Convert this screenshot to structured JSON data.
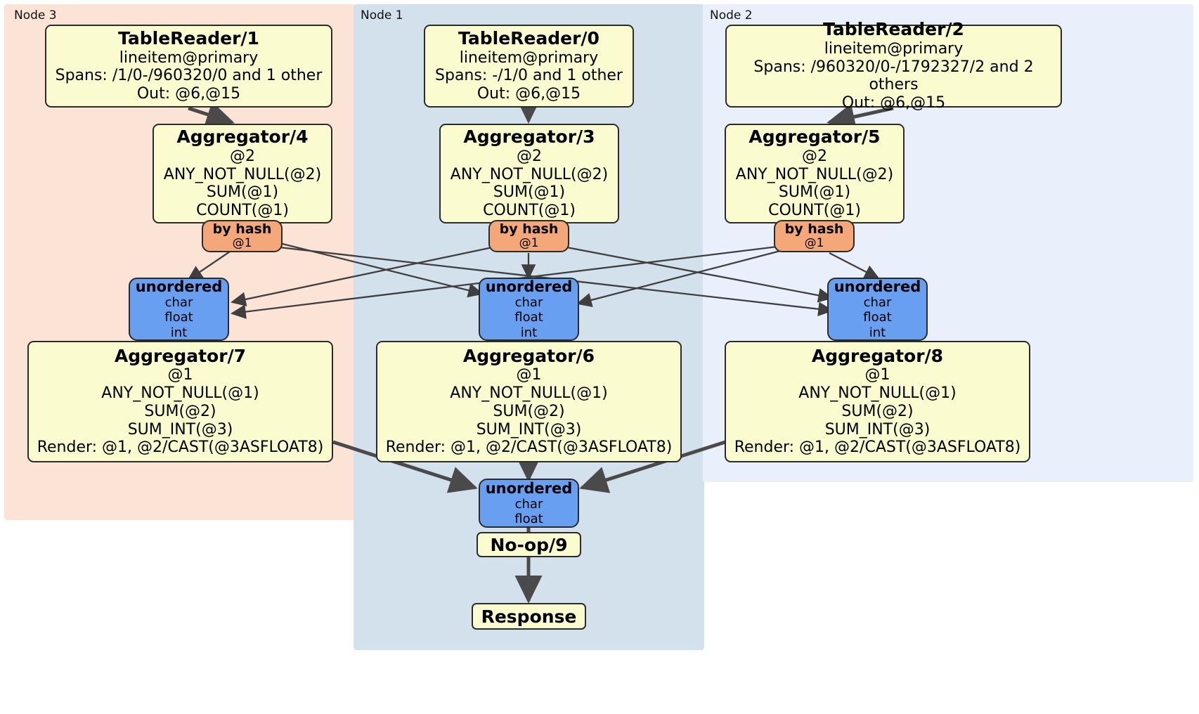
{
  "diagram": {
    "title": "Distributed SQL physical plan",
    "colors": {
      "node3_panel": "#fbe3d6",
      "node1_panel": "#d3e1ec",
      "node2_panel": "#eaf0fb",
      "processor_box": "#fbfbd0",
      "router_box": "#f4a87a",
      "stream_box": "#689ff0",
      "border": "#2b2b2b",
      "edge_thin": "#3f3f3f",
      "edge_thick": "#4a4a4a"
    },
    "panels": [
      {
        "label": "Node 3",
        "id": "node3"
      },
      {
        "label": "Node 1",
        "id": "node1"
      },
      {
        "label": "Node 2",
        "id": "node2"
      }
    ],
    "nodes": {
      "tablereader1": {
        "title": "TableReader/1",
        "line1": "lineitem@primary",
        "line2": "Spans: /1/0-/960320/0 and 1 other",
        "line3": "Out: @6,@15"
      },
      "tablereader0": {
        "title": "TableReader/0",
        "line1": "lineitem@primary",
        "line2": "Spans: -/1/0 and 1 other",
        "line3": "Out: @6,@15"
      },
      "tablereader2": {
        "title": "TableReader/2",
        "line1": "lineitem@primary",
        "line2": "Spans: /960320/0-/1792327/2 and 2 others",
        "line3": "Out: @6,@15"
      },
      "aggregator4": {
        "title": "Aggregator/4",
        "line1": "@2",
        "line2": "ANY_NOT_NULL(@2)",
        "line3": "SUM(@1)",
        "line4": "COUNT(@1)"
      },
      "aggregator3": {
        "title": "Aggregator/3",
        "line1": "@2",
        "line2": "ANY_NOT_NULL(@2)",
        "line3": "SUM(@1)",
        "line4": "COUNT(@1)"
      },
      "aggregator5": {
        "title": "Aggregator/5",
        "line1": "@2",
        "line2": "ANY_NOT_NULL(@2)",
        "line3": "SUM(@1)",
        "line4": "COUNT(@1)"
      },
      "byhash_left": {
        "title": "by hash",
        "line1": "@1"
      },
      "byhash_mid": {
        "title": "by hash",
        "line1": "@1"
      },
      "byhash_right": {
        "title": "by hash",
        "line1": "@1"
      },
      "unordered_left": {
        "title": "unordered",
        "line1": "char",
        "line2": "float",
        "line3": "int"
      },
      "unordered_mid": {
        "title": "unordered",
        "line1": "char",
        "line2": "float",
        "line3": "int"
      },
      "unordered_right": {
        "title": "unordered",
        "line1": "char",
        "line2": "float",
        "line3": "int"
      },
      "aggregator7": {
        "title": "Aggregator/7",
        "line1": "@1",
        "line2": "ANY_NOT_NULL(@1)",
        "line3": "SUM(@2)",
        "line4": "SUM_INT(@3)",
        "line5": "Render: @1, @2/CAST(@3ASFLOAT8)"
      },
      "aggregator6": {
        "title": "Aggregator/6",
        "line1": "@1",
        "line2": "ANY_NOT_NULL(@1)",
        "line3": "SUM(@2)",
        "line4": "SUM_INT(@3)",
        "line5": "Render: @1, @2/CAST(@3ASFLOAT8)"
      },
      "aggregator8": {
        "title": "Aggregator/8",
        "line1": "@1",
        "line2": "ANY_NOT_NULL(@1)",
        "line3": "SUM(@2)",
        "line4": "SUM_INT(@3)",
        "line5": "Render: @1, @2/CAST(@3ASFLOAT8)"
      },
      "unordered_final": {
        "title": "unordered",
        "line1": "char",
        "line2": "float"
      },
      "noop9": {
        "title": "No-op/9"
      },
      "response": {
        "title": "Response"
      }
    }
  }
}
